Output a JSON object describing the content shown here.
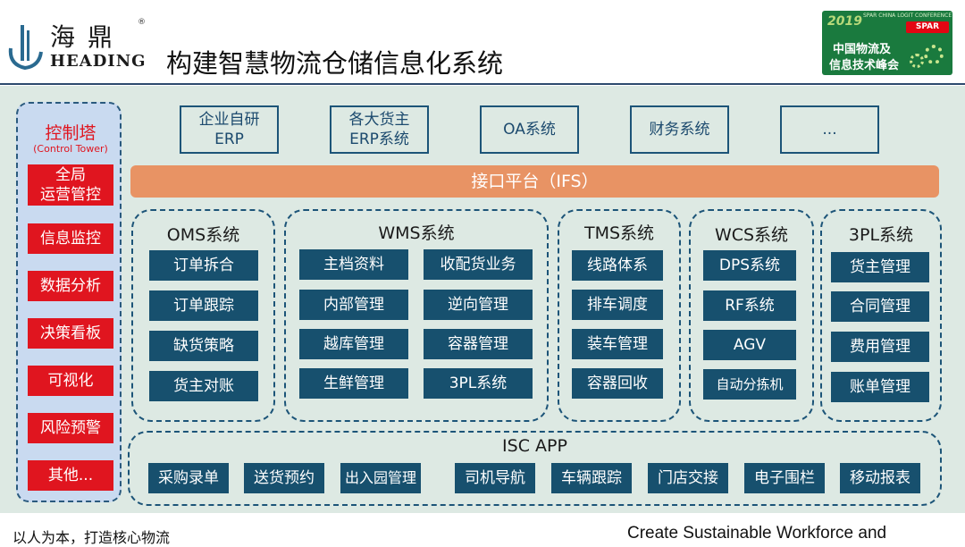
{
  "header": {
    "logo_cn": "海鼎",
    "logo_en": "HEADING",
    "logo_reg": "®",
    "title": "构建智慧物流仓储信息化系统",
    "badge": {
      "year": "2019",
      "subtitle": "SPAR CHINA LOGIT CONFERENCE",
      "brand": "SPAR",
      "line1": "中国物流及",
      "line2": "信息技术峰会"
    }
  },
  "control_tower": {
    "title": "控制塔",
    "subtitle": "(Control Tower)",
    "items": [
      "全局\n运营管控",
      "信息监控",
      "数据分析",
      "决策看板",
      "可视化",
      "风险预警",
      "其他..."
    ]
  },
  "external_systems": [
    "企业自研\nERP",
    "各大货主\nERP系统",
    "OA系统",
    "财务系统",
    "..."
  ],
  "interface_platform": "接口平台（IFS）",
  "groups": {
    "oms": {
      "title": "OMS系统",
      "items": [
        "订单拆合",
        "订单跟踪",
        "缺货策略",
        "货主对账"
      ]
    },
    "wms": {
      "title": "WMS系统",
      "items": [
        "主档资料",
        "收配货业务",
        "内部管理",
        "逆向管理",
        "越库管理",
        "容器管理",
        "生鲜管理",
        "3PL系统"
      ]
    },
    "tms": {
      "title": "TMS系统",
      "items": [
        "线路体系",
        "排车调度",
        "装车管理",
        "容器回收"
      ]
    },
    "wcs": {
      "title": "WCS系统",
      "items": [
        "DPS系统",
        "RF系统",
        "AGV",
        "自动分拣机"
      ]
    },
    "tpl": {
      "title": "3PL系统",
      "items": [
        "货主管理",
        "合同管理",
        "费用管理",
        "账单管理"
      ]
    },
    "isc": {
      "title": "ISC APP",
      "items": [
        "采购录单",
        "送货预约",
        "出入园管理",
        "司机导航",
        "车辆跟踪",
        "门店交接",
        "电子围栏",
        "移动报表"
      ]
    }
  },
  "footer": {
    "left": "以人为本，打造核心物流",
    "right": "Create Sustainable Workforce and"
  },
  "colors": {
    "background": "#dde9e3",
    "module_fill": "#17506e",
    "tower_fill": "#c9daf0",
    "tower_item": "#e0151f",
    "interface_bar": "#e89364",
    "badge": "#1a7a3e"
  }
}
